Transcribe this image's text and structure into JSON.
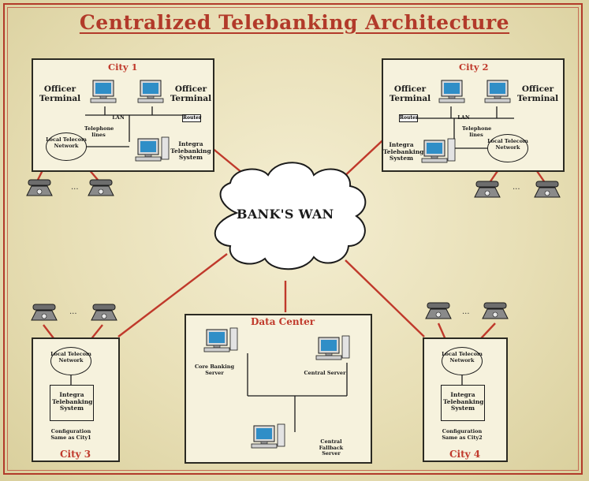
{
  "title": "Centralized Telebanking Architecture",
  "wan_label": "BANK'S WAN",
  "city1": {
    "name": "City 1",
    "officer_left": "Officer Terminal",
    "officer_right": "Officer Terminal",
    "lan": "LAN",
    "router": "Router",
    "telephone_lines": "Telephone lines",
    "telecom": "Local Telecom Network",
    "system": "Integra Telebanking System"
  },
  "city2": {
    "name": "City 2",
    "officer_left": "Officer Terminal",
    "officer_right": "Officer Terminal",
    "lan": "LAN",
    "router": "Router",
    "telephone_lines": "Telephone lines",
    "telecom": "Local Telecom Network",
    "system": "Integra Telebanking System"
  },
  "city3": {
    "name": "City 3",
    "telecom": "Local Telecom Network",
    "system": "Integra Telebanking System",
    "config": "Configuration Same as City1"
  },
  "city4": {
    "name": "City 4",
    "telecom": "Local Telecom Network",
    "system": "Integra Telebanking System",
    "config": "Configuration Same as City2"
  },
  "datacenter": {
    "name": "Data Center",
    "core": "Core Banking Server",
    "central": "Central Server",
    "fallback": "Central Fallback Server"
  },
  "ellipsis": "...",
  "colors": {
    "accent": "#b23a2a",
    "link": "#c0392b",
    "box_border": "#2b2a22"
  }
}
